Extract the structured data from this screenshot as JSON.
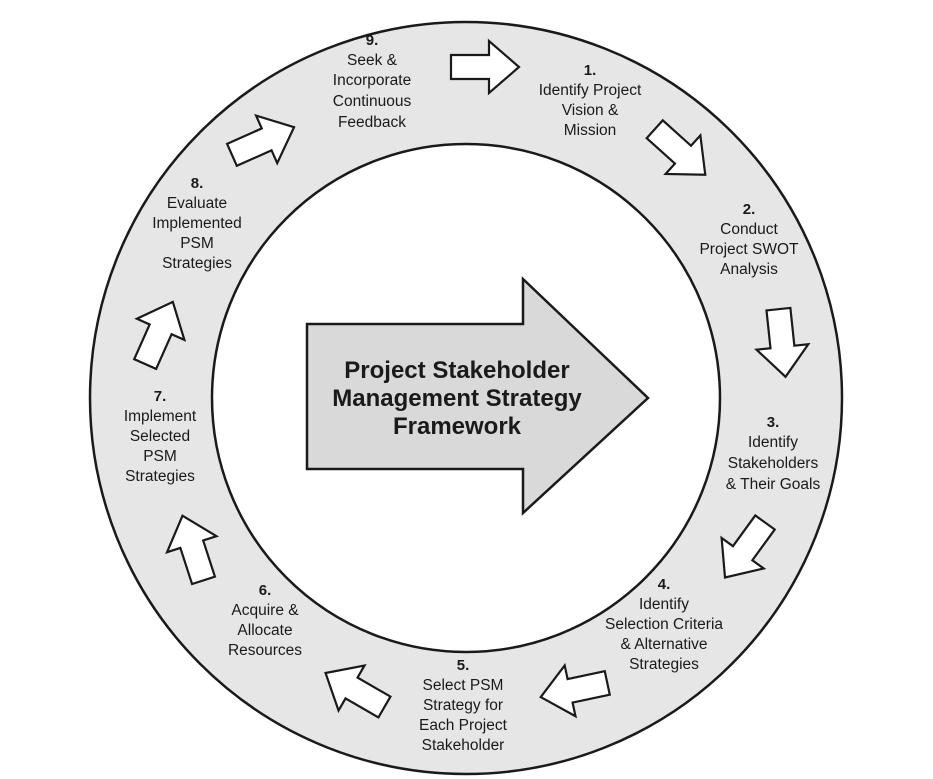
{
  "center": {
    "lines": [
      "Project Stakeholder",
      "Management Strategy",
      "Framework"
    ]
  },
  "steps": [
    {
      "number": "1.",
      "lines": [
        "Identify Project",
        "Vision &",
        "Mission"
      ]
    },
    {
      "number": "2.",
      "lines": [
        "Conduct",
        "Project SWOT",
        "Analysis"
      ]
    },
    {
      "number": "3.",
      "lines": [
        "Identify",
        "Stakeholders",
        "& Their Goals"
      ]
    },
    {
      "number": "4.",
      "lines": [
        "Identify",
        "Selection Criteria",
        "& Alternative",
        "Strategies"
      ]
    },
    {
      "number": "5.",
      "lines": [
        "Select PSM",
        "Strategy for",
        "Each Project",
        "Stakeholder"
      ]
    },
    {
      "number": "6.",
      "lines": [
        "Acquire &",
        "Allocate",
        "Resources"
      ]
    },
    {
      "number": "7.",
      "lines": [
        "Implement",
        "Selected",
        "PSM",
        "Strategies"
      ]
    },
    {
      "number": "8.",
      "lines": [
        "Evaluate",
        "Implemented",
        "PSM",
        "Strategies"
      ]
    },
    {
      "number": "9.",
      "lines": [
        "Seek &",
        "Incorporate",
        "Continuous",
        "Feedback"
      ]
    }
  ]
}
